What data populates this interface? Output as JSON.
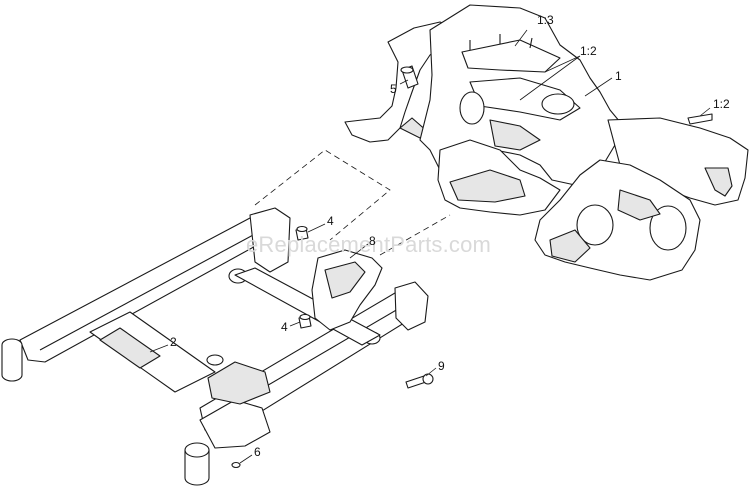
{
  "watermark": "eReplacementParts.com",
  "callouts": {
    "c1": "1",
    "c1_2a": "1:2",
    "c1_2b": "1:2",
    "c1_3": "1:3",
    "c2": "2",
    "c4a": "4",
    "c4b": "4",
    "c5": "5",
    "c6": "6",
    "c8": "8",
    "c9": "9"
  },
  "colors": {
    "line": "#1a1a1a",
    "fill": "#ffffff",
    "shade": "#e6e6e6"
  }
}
